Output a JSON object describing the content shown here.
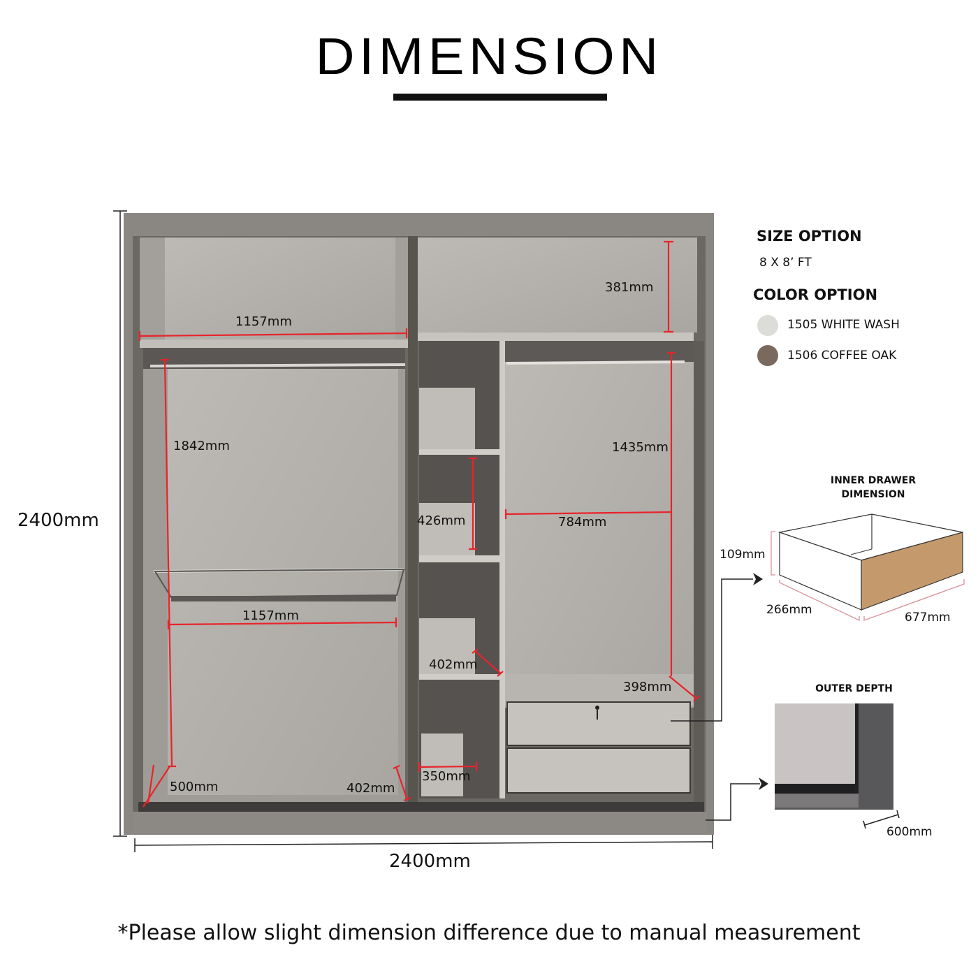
{
  "header": {
    "title": "DIMENSION"
  },
  "wardrobe": {
    "overall_height": "2400mm",
    "overall_width": "2400mm",
    "measurements": {
      "top_left_shelf_width": "1157mm",
      "left_upper_hanging_height": "1842mm",
      "left_lower_rail_width": "1157mm",
      "left_bottom_depth": "500mm",
      "left_bottom_right_depth": "402mm",
      "top_right_compartment_height": "381mm",
      "right_hanging_height": "1435mm",
      "right_hanging_width": "784mm",
      "middle_shelf_height": "426mm",
      "middle_shelf_depth": "402mm",
      "middle_bottom_width": "350mm",
      "right_drawer_top_depth": "398mm"
    }
  },
  "options": {
    "size_heading": "SIZE OPTION",
    "size_value": "8 X 8’ FT",
    "color_heading": "COLOR OPTION",
    "colors": [
      {
        "label": "1505 WHITE WASH",
        "hex": "#dcdcd8"
      },
      {
        "label": "1506 COFFEE OAK",
        "hex": "#7a6a5e"
      }
    ]
  },
  "inner_drawer": {
    "heading_line1": "INNER DRAWER",
    "heading_line2": "DIMENSION",
    "height": "109mm",
    "width": "266mm",
    "depth": "677mm",
    "side_color": "#c49a6c"
  },
  "outer_depth": {
    "heading": "OUTER DEPTH",
    "depth": "600mm"
  },
  "footer": {
    "note": "*Please allow slight dimension difference due to manual measurement"
  },
  "colors": {
    "annotation_red": "#e8232a",
    "frame_gray": "#7d7a76",
    "panel_gray": "#b3b0ab",
    "dark_gray": "#5a5754"
  }
}
